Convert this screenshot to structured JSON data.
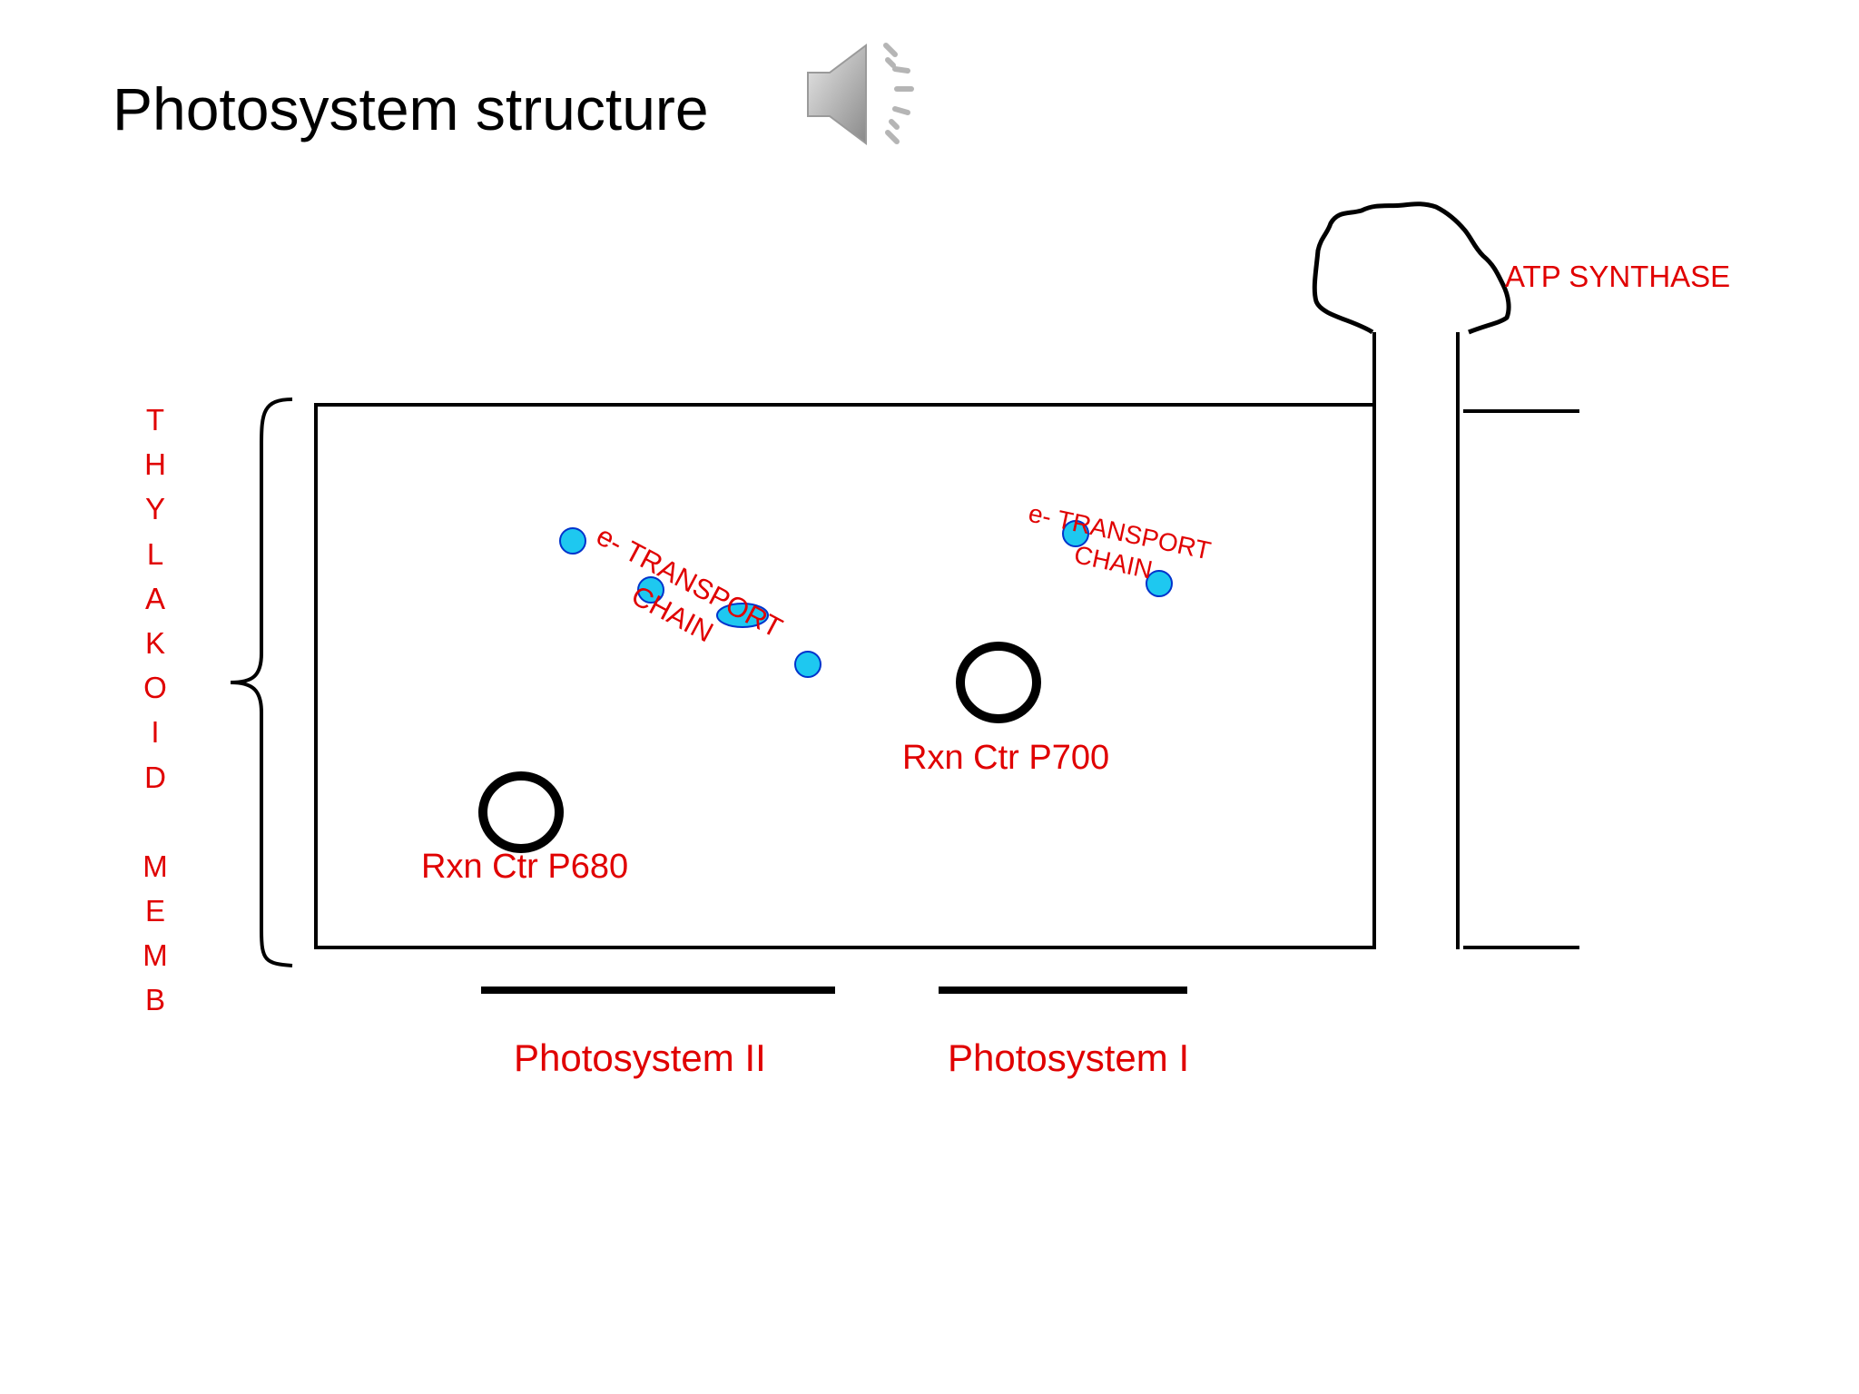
{
  "slide": {
    "title": "Photosystem structure",
    "accent_color": "#e00000",
    "carrier_color": "#1ec8f0",
    "carrier_outline_color": "#0033cc"
  },
  "icons": {
    "speaker": "speaker-icon"
  },
  "labels": {
    "membrane_letters": [
      "T",
      "H",
      "Y",
      "L",
      "A",
      "K",
      "O",
      "I",
      "D",
      "",
      "M",
      "E",
      "M",
      "B"
    ],
    "etc_ps2_line1": "e- TRANSPORT",
    "etc_ps2_line2": "CHAIN",
    "etc_ps1_line1": "e- TRANSPORT",
    "etc_ps1_line2": "CHAIN",
    "rxn_p680": "Rxn Ctr  P680",
    "rxn_p700": "Rxn Ctr  P700",
    "atp_synthase": "ATP SYNTHASE",
    "photosystem_ii": "Photosystem II",
    "photosystem_i": "Photosystem I"
  }
}
